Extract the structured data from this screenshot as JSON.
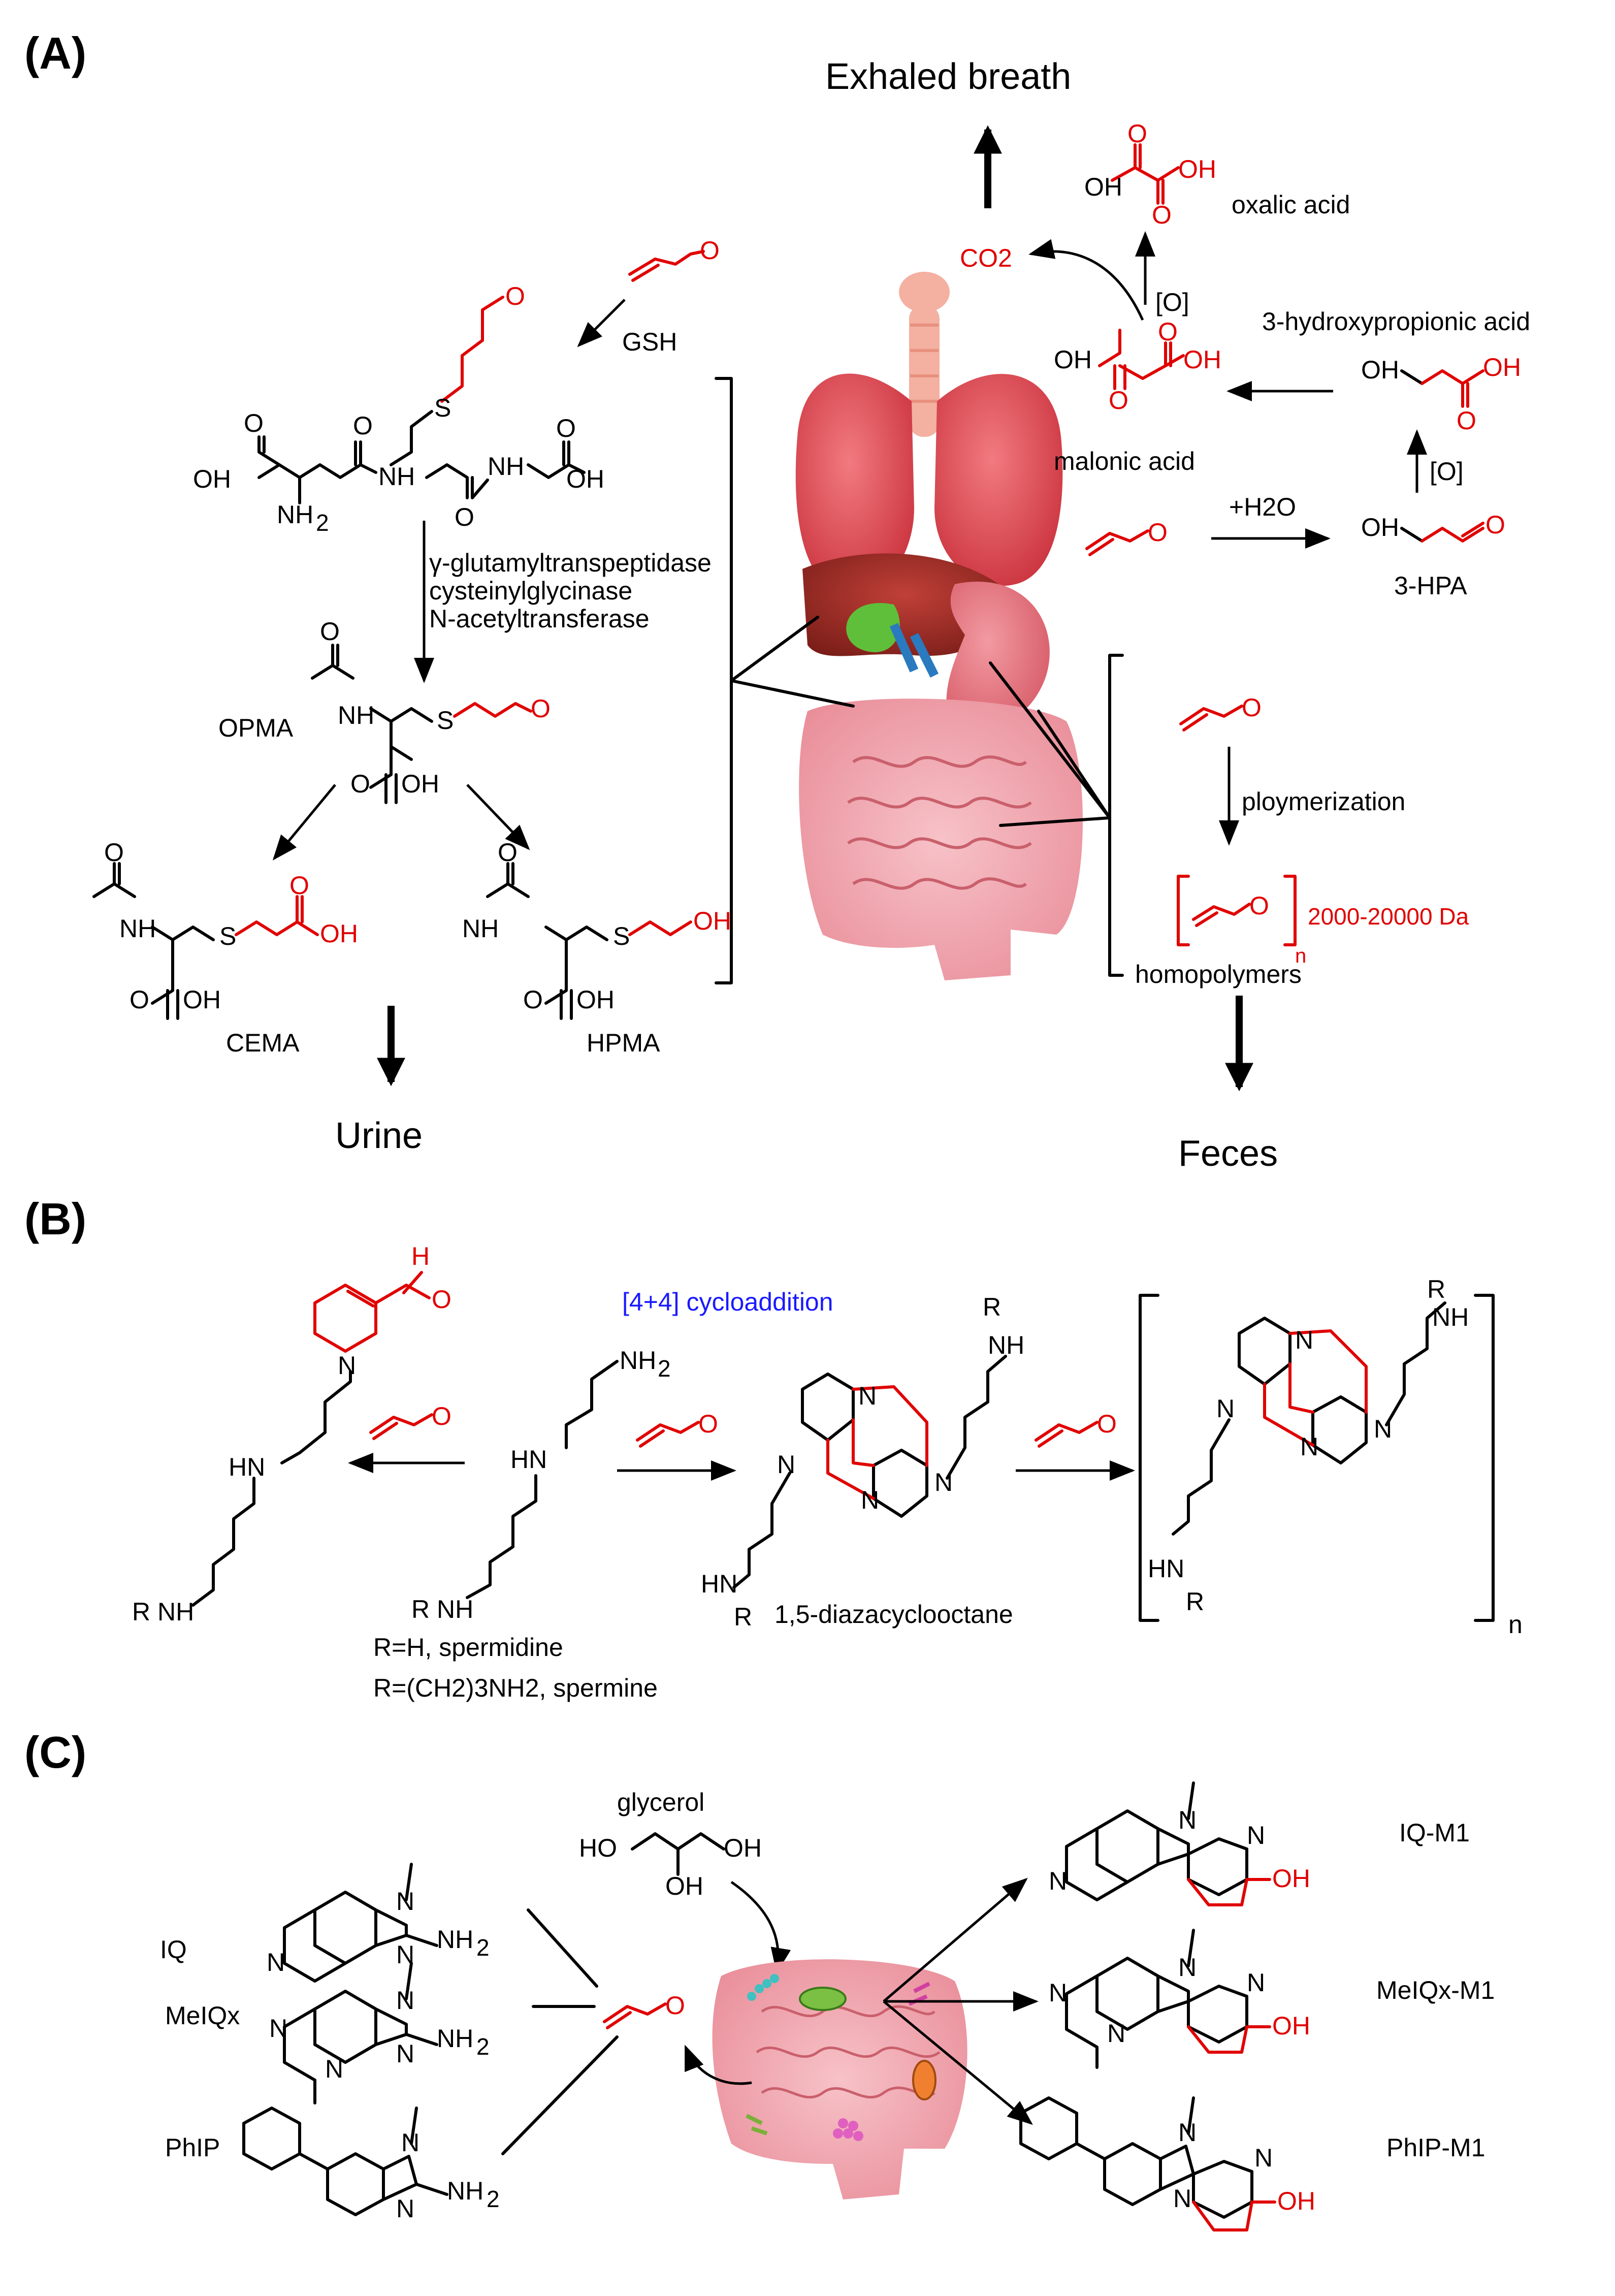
{
  "panel_labels": {
    "a": "(A)",
    "b": "(B)",
    "c": "(C)"
  },
  "panelA": {
    "exhaled_breath": "Exhaled breath",
    "co2": "CO2",
    "oxalic_acid": "oxalic acid",
    "oxidation": "[O]",
    "hydroxypropionic_acid": "3-hydroxypropionic acid",
    "malonic_acid": "malonic acid",
    "hydration": "+H2O",
    "hpa": "3-HPA",
    "gsh": "GSH",
    "enzymes": [
      "γ-glutamyltranspeptidase",
      "cysteinylglycinase",
      "N-acetyltransferase"
    ],
    "opma": "OPMA",
    "cema": "CEMA",
    "hpma": "HPMA",
    "urine": "Urine",
    "polymerization": "ploymerization",
    "mass_range": "2000-20000 Da",
    "homopolymers": "homopolymers",
    "feces": "Feces"
  },
  "panelB": {
    "cycloaddition": "[4+4] cycloaddition",
    "product_name": "1,5-diazacyclooctane",
    "r_spermidine": "R=H, spermidine",
    "r_spermine": "R=(CH2)3NH2, spermine",
    "repeat": "n"
  },
  "panelC": {
    "glycerol": "glycerol",
    "iq": "IQ",
    "meiqx": "MeIQx",
    "phip": "PhIP",
    "iq_m1": "IQ-M1",
    "meiqx_m1": "MeIQx-M1",
    "phip_m1": "PhIP-M1"
  },
  "colors": {
    "highlight": "#e00000",
    "cycloaddition_label": "#1a1aff",
    "text": "#000000"
  }
}
